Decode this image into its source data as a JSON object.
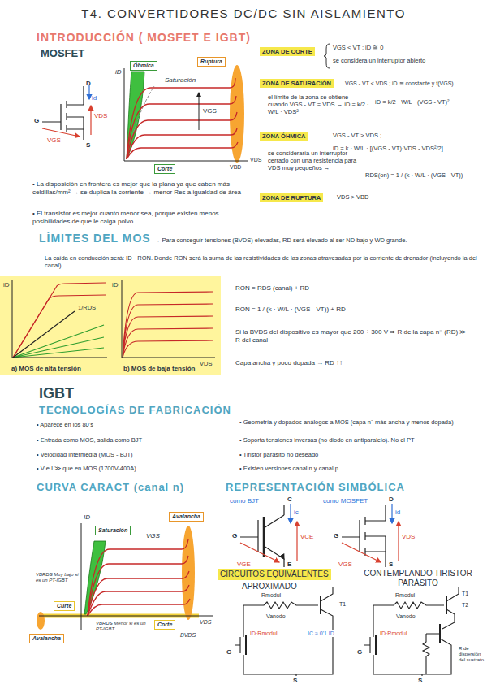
{
  "diagram": {
    "title": "T4. CONVERTIDORES DC/DC SIN AISLAMIENTO",
    "nodes": [
      {
        "text": [
          "ZONA DE CORTE"
        ]
      },
      {
        "text": [
          "ZONA DE SATURACIÓN"
        ]
      },
      {
        "text": [
          "ZONA ÓHMICA"
        ]
      },
      {
        "text": [
          "ZONA DE RUPTURA"
        ]
      },
      {
        "text": [
          "Óhmica"
        ]
      },
      {
        "text": [
          "Ruptura"
        ]
      },
      {
        "text": [
          "Corte"
        ]
      },
      {
        "text": [
          "Saturación"
        ]
      },
      {
        "text": [
          "Avalancha"
        ]
      },
      {
        "text": [
          "Curte"
        ]
      },
      {
        "text": [
          "Corte"
        ]
      },
      {
        "text": [
          "Avalancha"
        ]
      },
      {
        "text": [
          "CIRCUITOS EQUIVALENTES"
        ]
      }
    ],
    "labels": [
      "INTRODUCCIÓN ( MOSFET E IGBT)",
      "MOSFET",
      "VGS < VT ; iD ≅ 0",
      "se considera un interruptor abierto",
      "VGS - VT < VDS ; iD ≅ constante y f(VGS)",
      "el límite de la zona se obtiene cuando VGS - VT = VDS → iD = k/2 · W/L · VDS²",
      "iD = k/2 · W/L · (VGS - VT)²",
      "VGS - VT > VDS ;",
      "iD = k · W/L · [(VGS - VT)·VDS - VDS²/2]",
      "se consideraría un interruptor cerrado con una resistencia para VDS muy pequeños →",
      "RDS(on) = 1 / (k · W/L · (VGS - VT))",
      "VDS > VBD",
      "iD",
      "Saturación",
      "VGS",
      "VDS",
      "VBD",
      "D",
      "id",
      "VDS",
      "G",
      "VGS",
      "S",
      "• La disposición en frontera es mejor que la plana ya que caben más celdillas/mm² → se duplica la corriente → menor Res a igualdad de área",
      "• El transistor es mejor cuanto menor sea, porque existen menos posibilidades de que le caiga polvo",
      "LÍMITES DEL MOS",
      "→ Para conseguir tensiones (BVDS) elevadas, RD será elevado al ser ND bajo y WD grande.",
      "La caída en conducción será: ID · RON. Donde RON será la suma de las resistividades de las zonas atravesadas por la corriente de drenador (incluyendo la del canal)",
      "iD",
      "1/RDS",
      "a) MOS de alta tensión",
      "iD",
      "VDS",
      "b) MOS de baja tensión",
      "RON = RDS (canal) + RD",
      "RON = 1 / (k · W/L · (VGS - VT)) + RD",
      "Si la BVDS del dispositivo es mayor que 200 ÷ 300 V ⇒ R de la capa n⁻ (RD) ≫ R del canal",
      "Capa ancha y poco dopada → RD ↑↑",
      "IGBT",
      "TECNOLOGÍAS DE FABRICACIÓN",
      "• Aparece en los 80's",
      "• Geometría y dopados análogos a MOS (capa n⁻ más ancha y menos dopada)",
      "• Entrada como MOS, salida como BJT",
      "• Soporta tensiones inversas (no diodo en antiparalelo). No el PT",
      "• Velocidad intermedia (MOS - BJT)",
      "• Tiristor parásito no deseado",
      "• V e I ≫ que en MOS (1700V-400A)",
      "• Existen versiones canal n y canal p",
      "CURVA CARACT (canal n)",
      "REPRESENTACIÓN SIMBÓLICA",
      "ID",
      "VGS",
      "VBRDS Muy bajo si es un PT-IGBT",
      "VDS",
      "VBRDS Menor si es un PT-IGBT",
      "BVDS",
      "como BJT",
      "C",
      "ic",
      "G",
      "VCE",
      "VGE",
      "E",
      "como MOSFET",
      "D",
      "id",
      "G",
      "VDS",
      "VGS",
      "S",
      "APROXIMADO",
      "CONTEMPLANDO TIRISTOR PARÁSITO",
      "Rmodul",
      "T1",
      "Vanodo",
      "ID·Rmodul",
      "IC ≈ 0'1 ID",
      "G",
      "S",
      "Rmodul",
      "T1",
      "T2",
      "Vanodo",
      "ID·Rmodul",
      "R de dispersión del sustrato",
      "G",
      "S"
    ]
  }
}
